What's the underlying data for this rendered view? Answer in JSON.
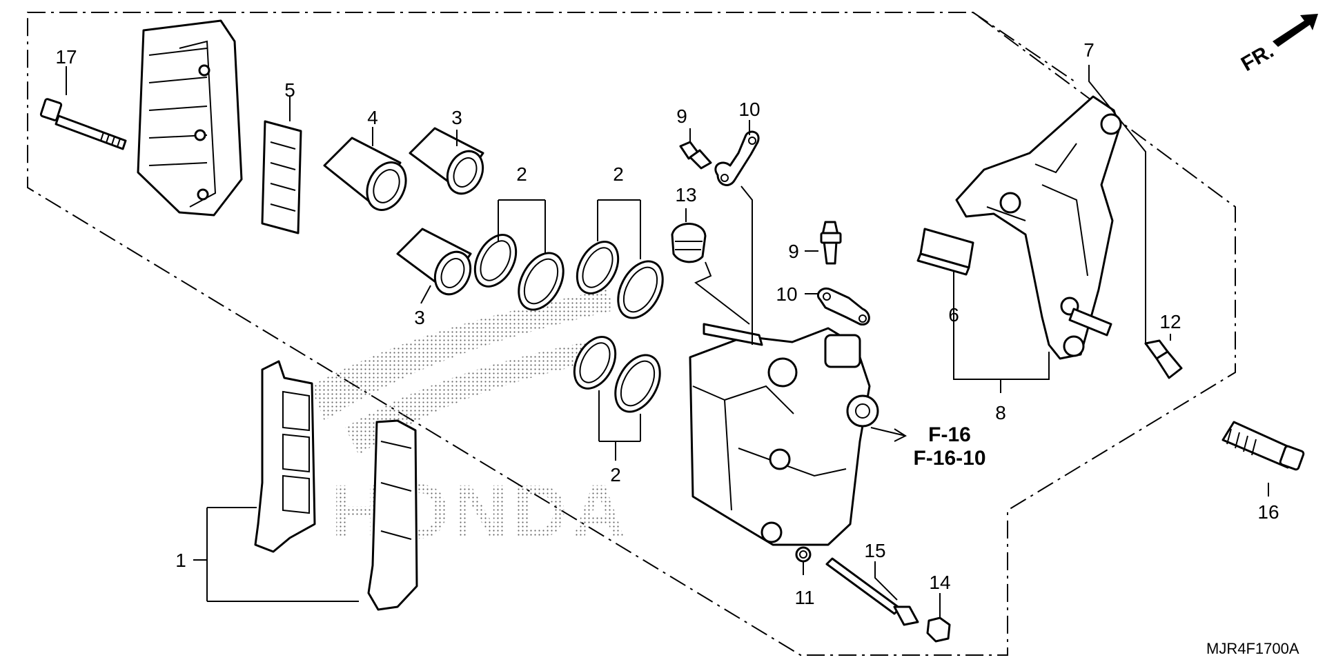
{
  "diagram": {
    "code": "MJR4F1700A",
    "direction_label": "FR.",
    "references": [
      "F-16",
      "F-16-10"
    ],
    "watermark": "HONDA",
    "callouts": {
      "c1": "1",
      "c2a": "2",
      "c2b": "2",
      "c2c": "2",
      "c3a": "3",
      "c3b": "3",
      "c4": "4",
      "c5": "5",
      "c6": "6",
      "c7": "7",
      "c8": "8",
      "c9a": "9",
      "c9b": "9",
      "c10a": "10",
      "c10b": "10",
      "c11": "11",
      "c12": "12",
      "c13": "13",
      "c14": "14",
      "c15": "15",
      "c16": "16",
      "c17": "17"
    }
  }
}
